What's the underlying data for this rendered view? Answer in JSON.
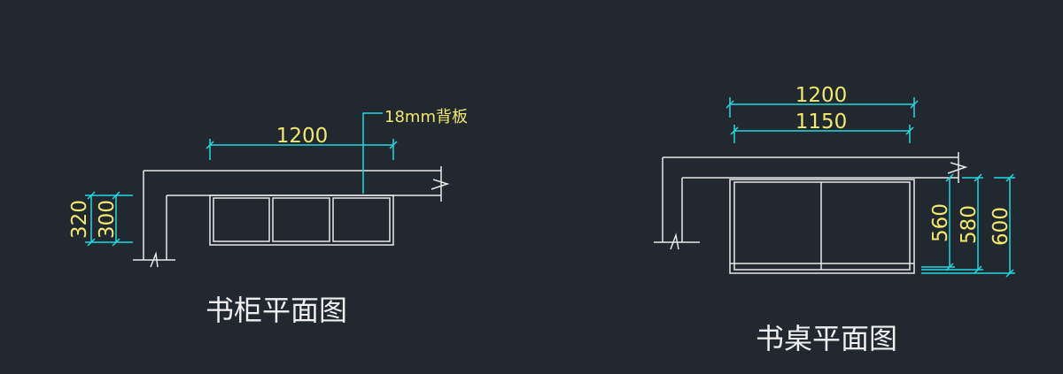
{
  "colors": {
    "background": "#212830",
    "outline": "#e8e8e8",
    "dimension_line": "#22d8e0",
    "dimension_text": "#f2e86a",
    "title_text": "#f0f0f0"
  },
  "bookcase_plan": {
    "title": "书柜平面图",
    "width_dim": "1200",
    "back_panel_note": "18mm背板",
    "outer_depth_dim": "320",
    "inner_depth_dim": "300"
  },
  "desk_plan": {
    "title": "书桌平面图",
    "outer_width_dim": "1200",
    "inner_width_dim": "1150",
    "depth_dim_1": "560",
    "depth_dim_2": "580",
    "depth_dim_3": "600"
  }
}
